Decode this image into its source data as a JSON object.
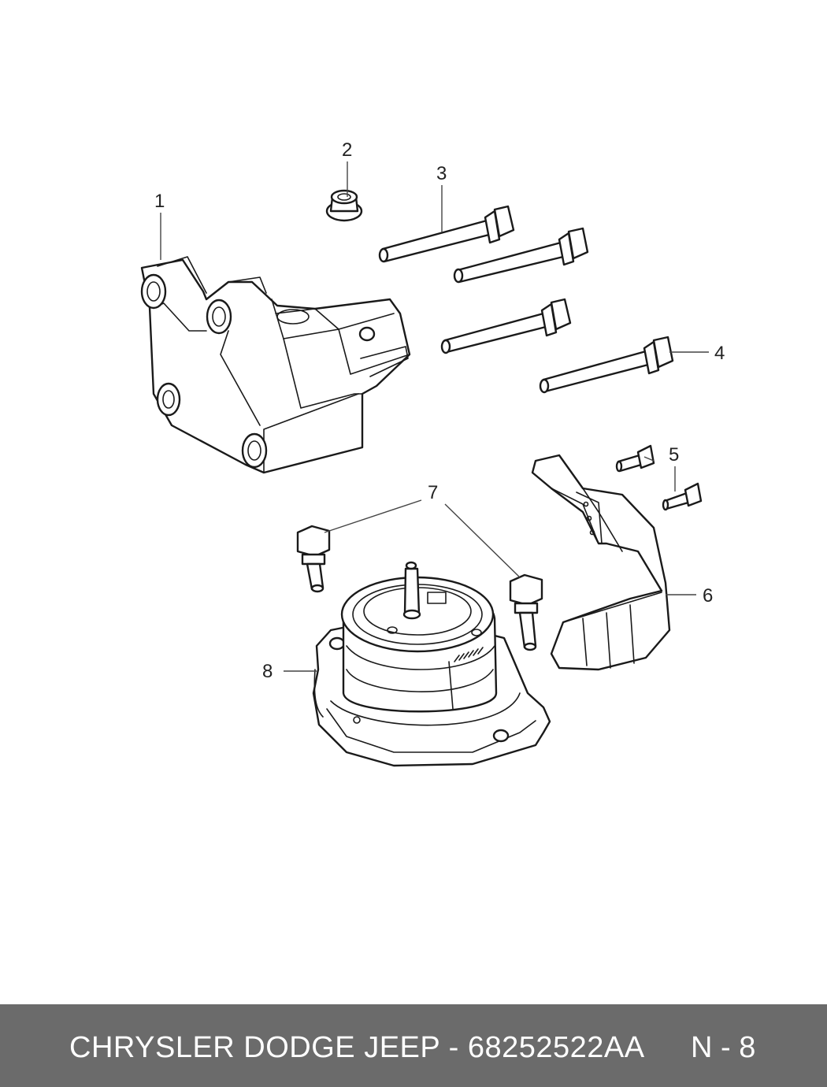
{
  "callouts": {
    "c1": "1",
    "c2": "2",
    "c3": "3",
    "c4": "4",
    "c5": "5",
    "c6": "6",
    "c7": "7",
    "c8": "8"
  },
  "footer": {
    "part_text": "CHRYSLER DODGE JEEP - 68252522AA",
    "page_text": "N - 8"
  },
  "colors": {
    "footer_bg": "#6b6b6b",
    "footer_text": "#ffffff",
    "line": "#1a1a1a"
  }
}
